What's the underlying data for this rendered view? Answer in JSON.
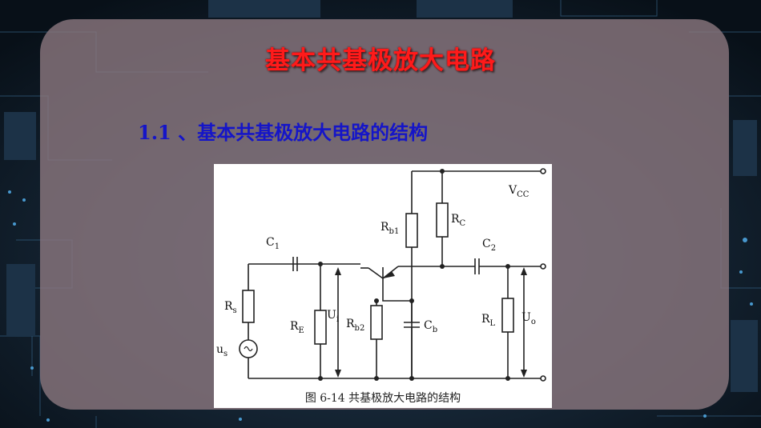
{
  "slide": {
    "title": "基本共基极放大电路",
    "section_heading": "1.1 、基本共基极放大电路的结构"
  },
  "figure": {
    "caption": "图 6-14 共基极放大电路的结构",
    "labels": {
      "vcc": "V",
      "vcc_sub": "CC",
      "rb1": "R",
      "rb1_sub": "b1",
      "rc": "R",
      "rc_sub": "C",
      "c1": "C",
      "c1_sub": "1",
      "c2": "C",
      "c2_sub": "2",
      "rs": "R",
      "rs_sub": "s",
      "re": "R",
      "re_sub": "E",
      "ui": "U",
      "ui_sub": "i",
      "rb2": "R",
      "rb2_sub": "b2",
      "cb": "C",
      "cb_sub": "b",
      "rl": "R",
      "rl_sub": "L",
      "uo": "U",
      "uo_sub": "o",
      "us": "u",
      "us_sub": "s"
    }
  },
  "colors": {
    "title": "#ff1a1a",
    "heading": "#1515c8"
  }
}
